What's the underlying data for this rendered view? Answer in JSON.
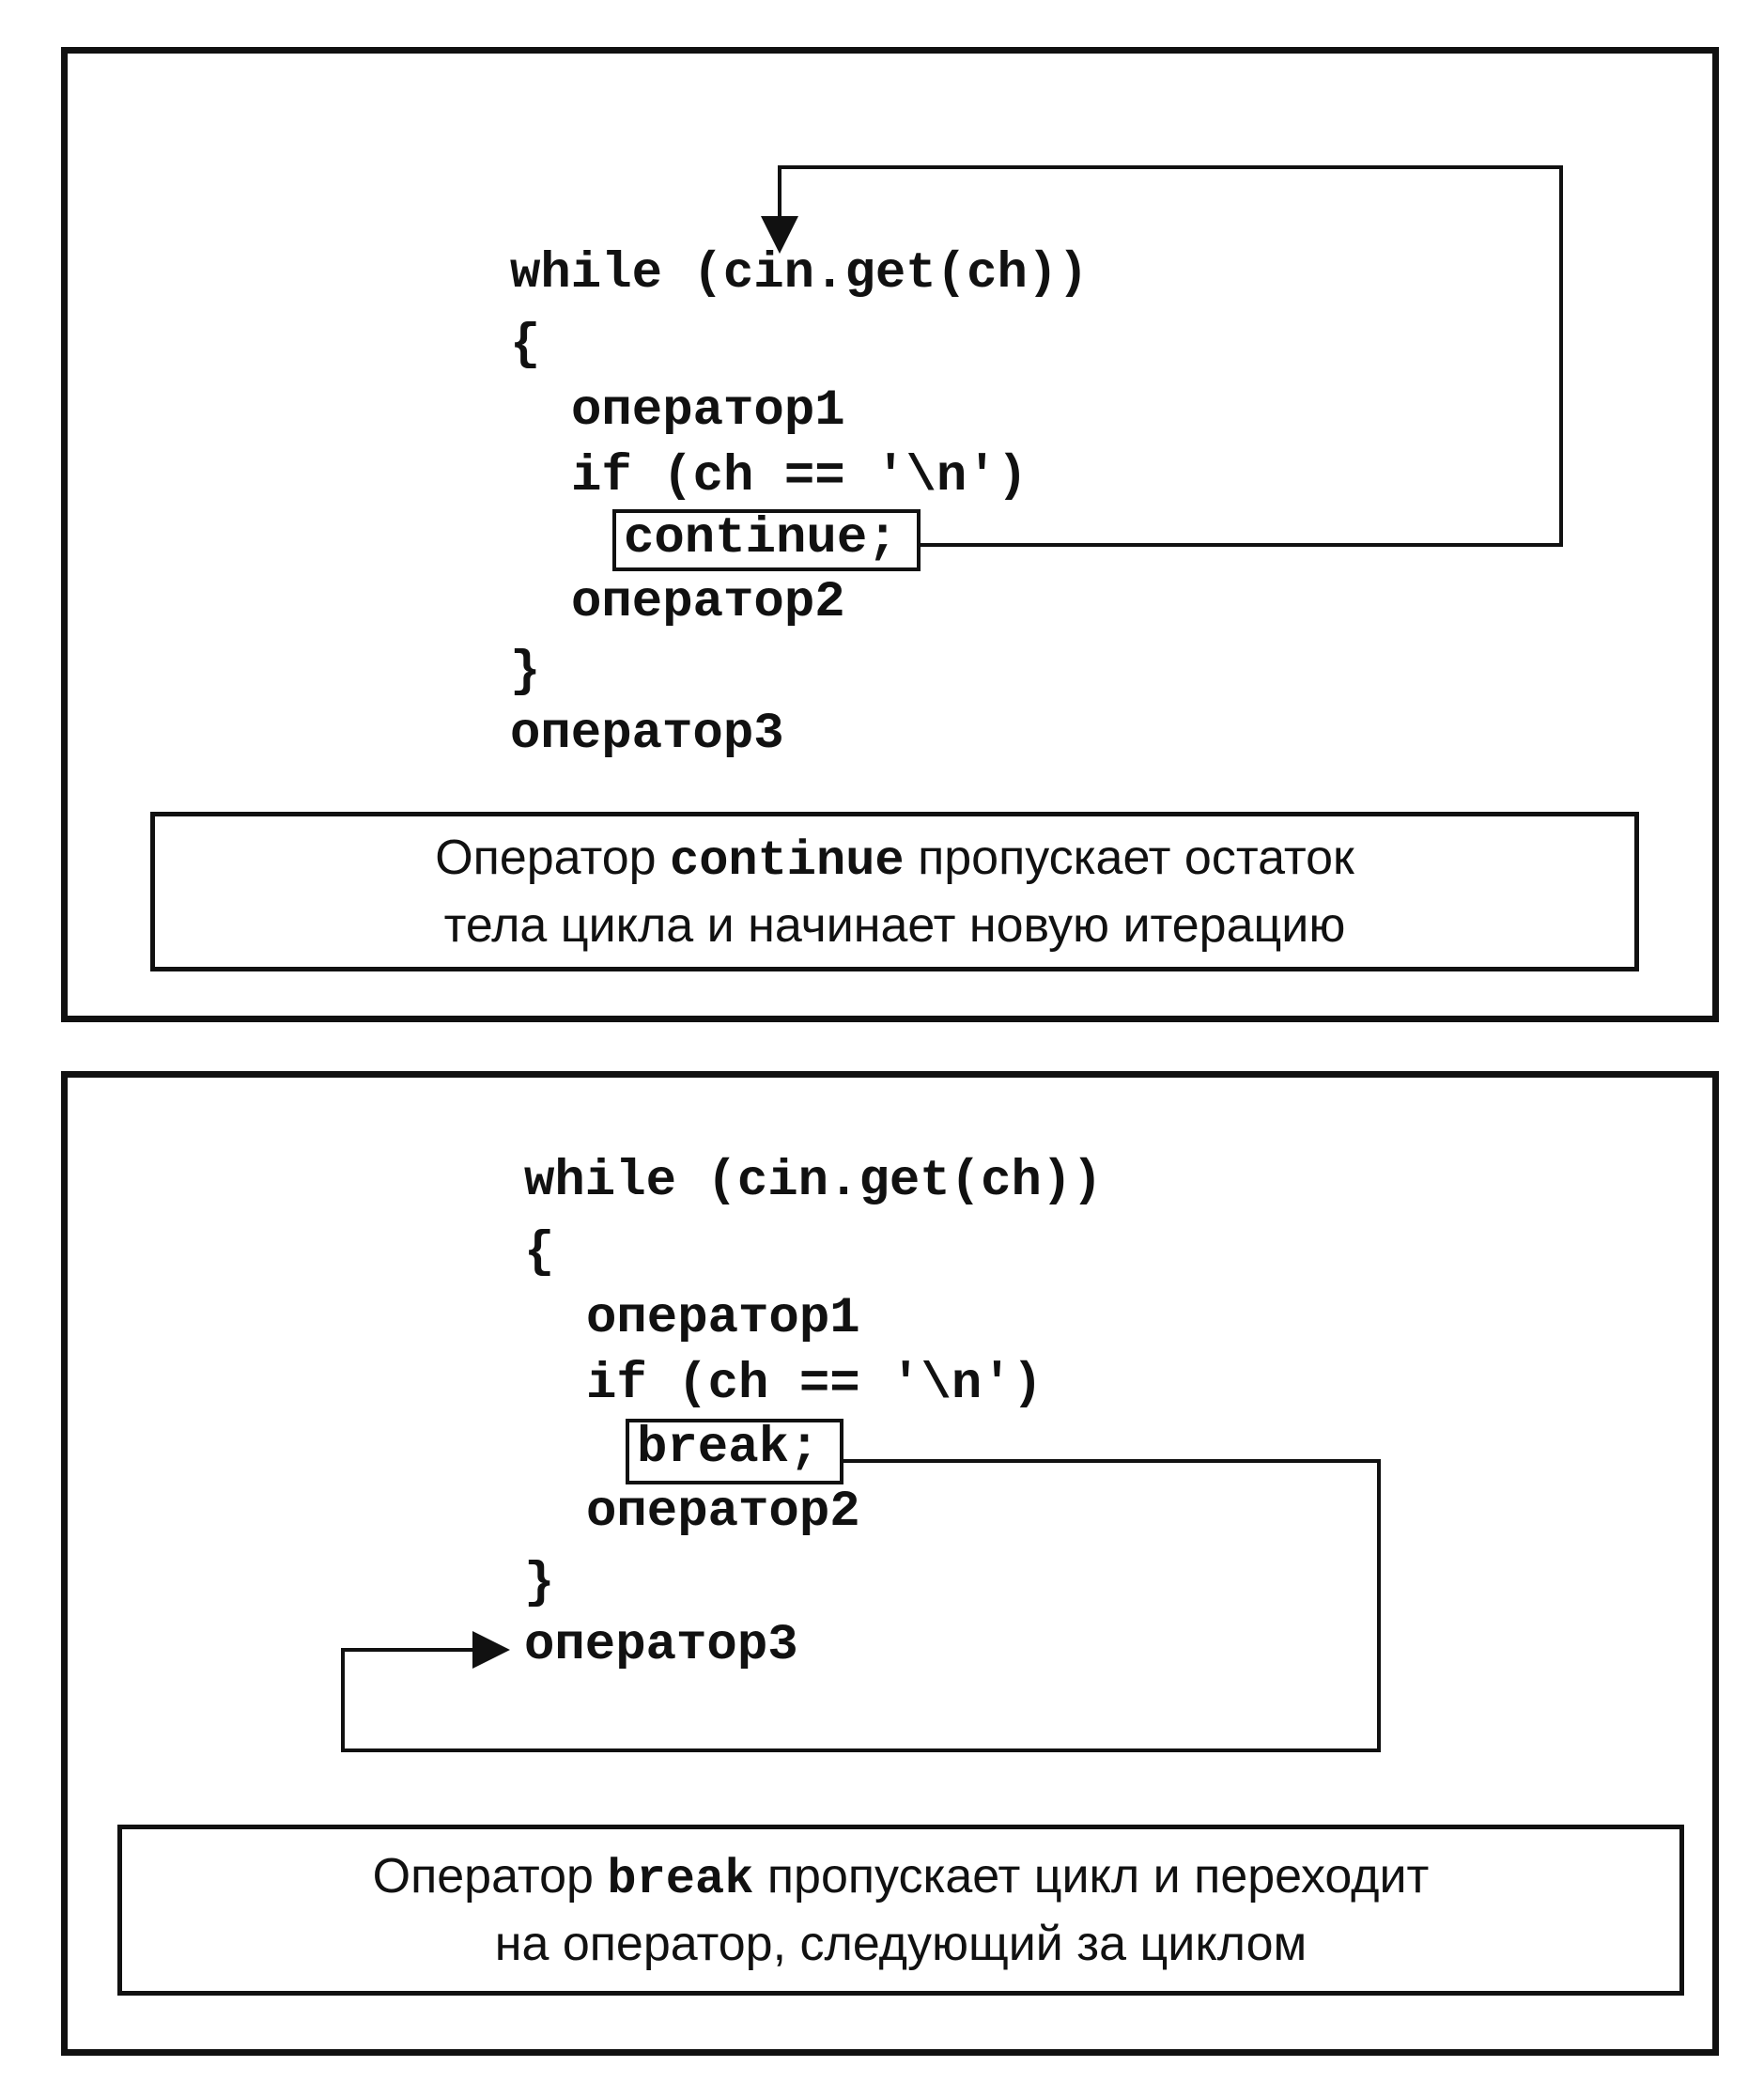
{
  "continue_panel": {
    "code": {
      "line1": "while (cin.get(ch))",
      "line2": "{",
      "line3": "оператор1",
      "line4": "if (ch == '\\n')",
      "keyword": "continue;",
      "line6": "оператор2",
      "line7": "}",
      "line8": "оператор3"
    },
    "caption": {
      "prefix": "Оператор",
      "keyword": "continue",
      "suffix": "пропускает остаток",
      "line2": "тела цикла и начинает новую итерацию"
    }
  },
  "break_panel": {
    "code": {
      "line1": "while (cin.get(ch))",
      "line2": "{",
      "line3": "оператор1",
      "line4": "if (ch == '\\n')",
      "keyword": "break;",
      "line6": "оператор2",
      "line7": "}",
      "line8": "оператор3"
    },
    "caption": {
      "prefix": "Оператор",
      "keyword": "break",
      "suffix": "пропускает цикл и переходит",
      "line2": "на оператор, следующий за циклом"
    }
  }
}
